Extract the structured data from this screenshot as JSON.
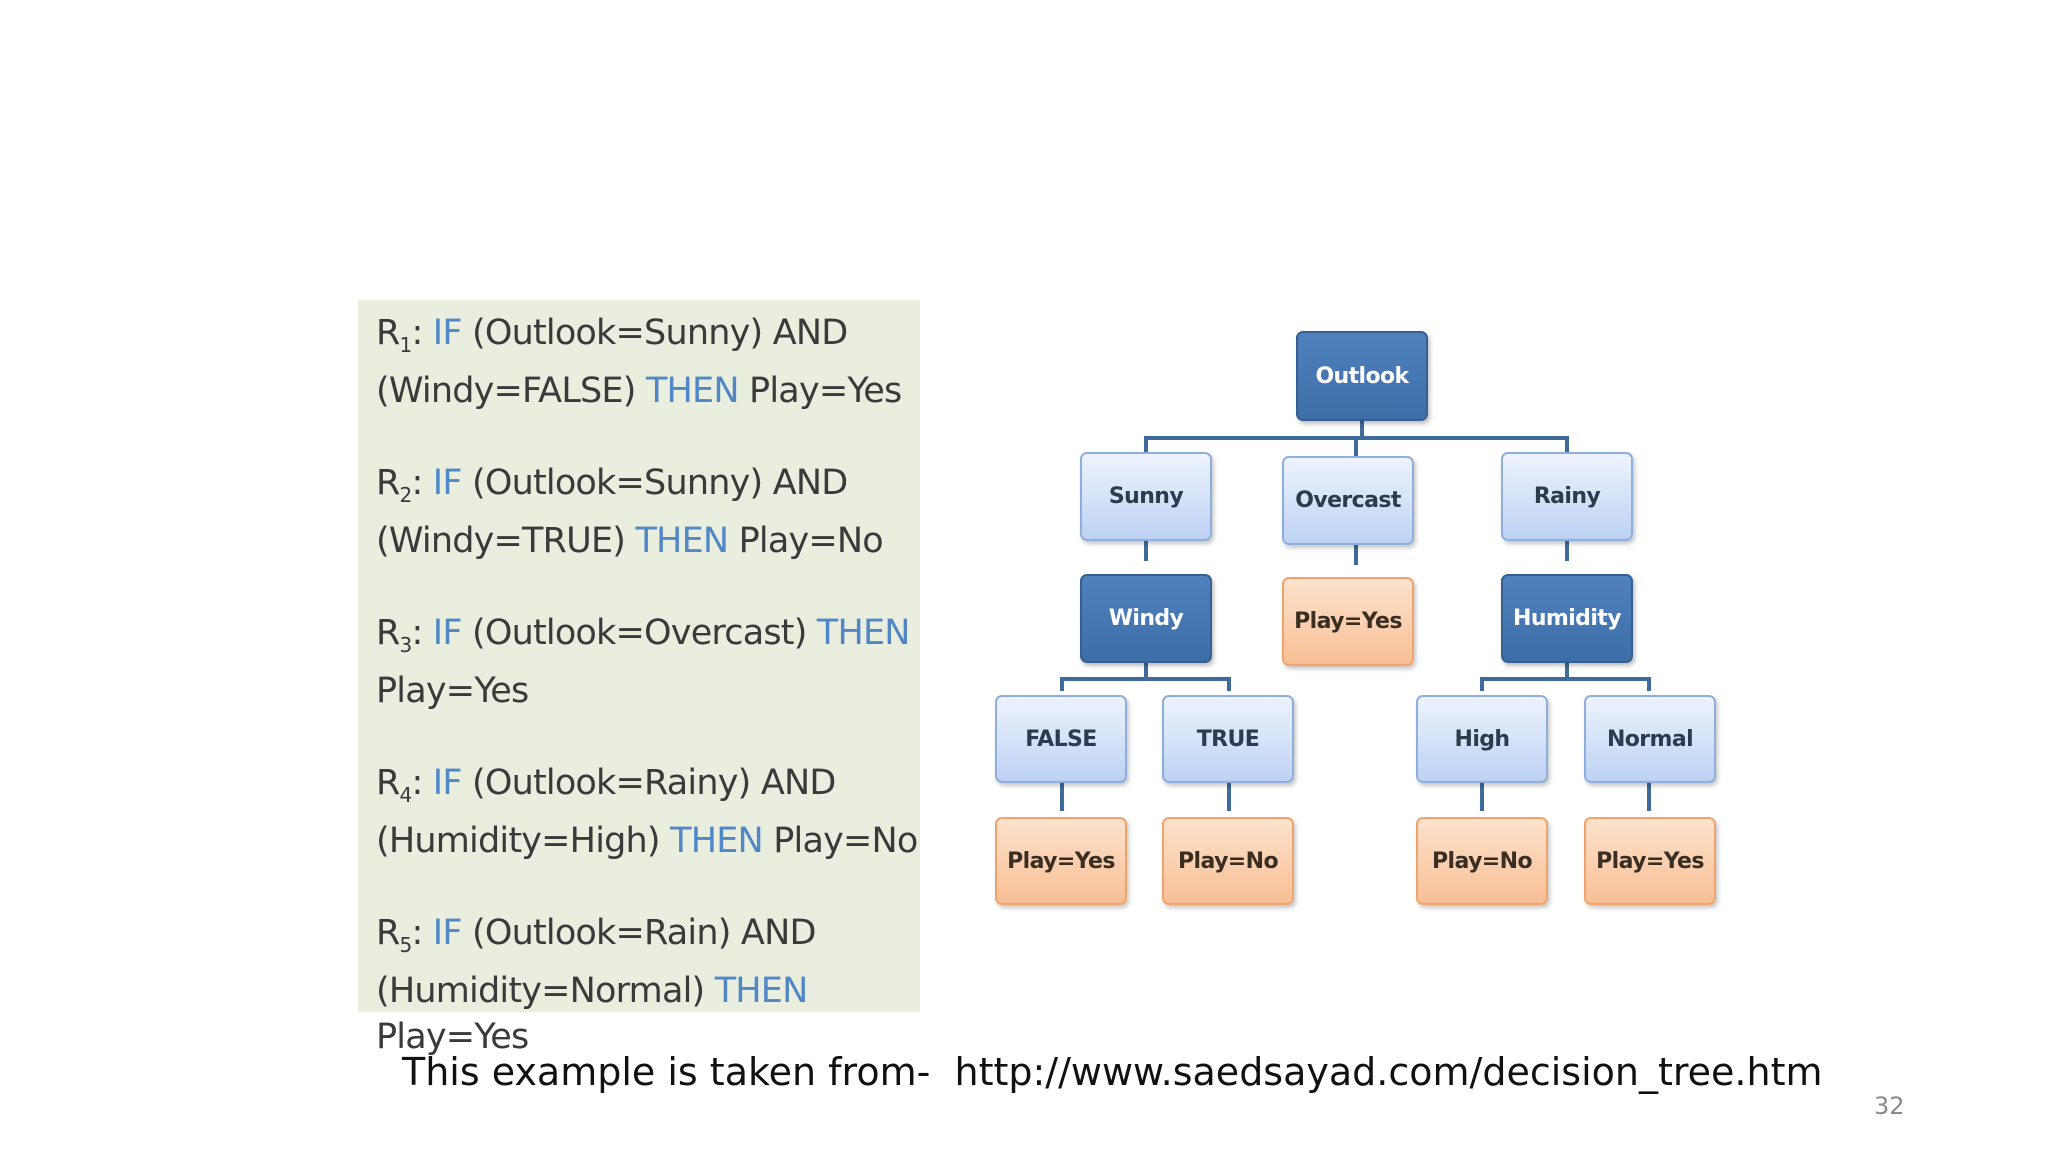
{
  "rules": [
    {
      "r": "R",
      "sub": "1",
      "lines": [
        [
          {
            "t": ": "
          },
          {
            "t": "IF",
            "kw": true
          },
          {
            "t": " (Outlook=Sunny) AND"
          }
        ],
        [
          {
            "t": "(Windy=FALSE) "
          },
          {
            "t": "THEN",
            "kw": true
          },
          {
            "t": " Play=Yes"
          }
        ]
      ]
    },
    {
      "r": "R",
      "sub": "2",
      "lines": [
        [
          {
            "t": ": "
          },
          {
            "t": "IF",
            "kw": true
          },
          {
            "t": " (Outlook=Sunny) AND"
          }
        ],
        [
          {
            "t": "(Windy=TRUE) "
          },
          {
            "t": "THEN",
            "kw": true
          },
          {
            "t": " Play=No"
          }
        ]
      ]
    },
    {
      "r": "R",
      "sub": "3",
      "lines": [
        [
          {
            "t": ": "
          },
          {
            "t": "IF",
            "kw": true
          },
          {
            "t": " (Outlook=Overcast) "
          },
          {
            "t": "THEN",
            "kw": true
          }
        ],
        [
          {
            "t": "Play=Yes"
          }
        ]
      ]
    },
    {
      "r": "R",
      "sub": "4",
      "lines": [
        [
          {
            "t": ": "
          },
          {
            "t": "IF",
            "kw": true
          },
          {
            "t": " (Outlook=Rainy) AND"
          }
        ],
        [
          {
            "t": "(Humidity=High) "
          },
          {
            "t": "THEN",
            "kw": true
          },
          {
            "t": " Play=No"
          }
        ]
      ]
    },
    {
      "r": "R",
      "sub": "5",
      "lines": [
        [
          {
            "t": ": "
          },
          {
            "t": "IF",
            "kw": true
          },
          {
            "t": " (Outlook=Rain) AND"
          }
        ],
        [
          {
            "t": "(Humidity=Normal) "
          },
          {
            "t": "THEN",
            "kw": true
          }
        ],
        [
          {
            "t": "Play=Yes"
          }
        ]
      ]
    }
  ],
  "tree": {
    "outlook": "Outlook",
    "sunny": "Sunny",
    "overcast": "Overcast",
    "rainy": "Rainy",
    "windy": "Windy",
    "overcast_play": "Play=Yes",
    "humidity": "Humidity",
    "false": "FALSE",
    "true": "TRUE",
    "high": "High",
    "normal": "Normal",
    "false_play": "Play=Yes",
    "true_play": "Play=No",
    "high_play": "Play=No",
    "normal_play": "Play=Yes"
  },
  "footer": {
    "source": "This example is taken from-  http://www.saedsayad.com/decision_tree.htm",
    "slide_number": "32"
  },
  "colors": {
    "rules_panel_bg": "#e9eede",
    "keyword": "#4f87c7",
    "decision_node": "#4f81bd",
    "branch_node": "#c6d9f1",
    "leaf_node": "#fbd4b4"
  }
}
